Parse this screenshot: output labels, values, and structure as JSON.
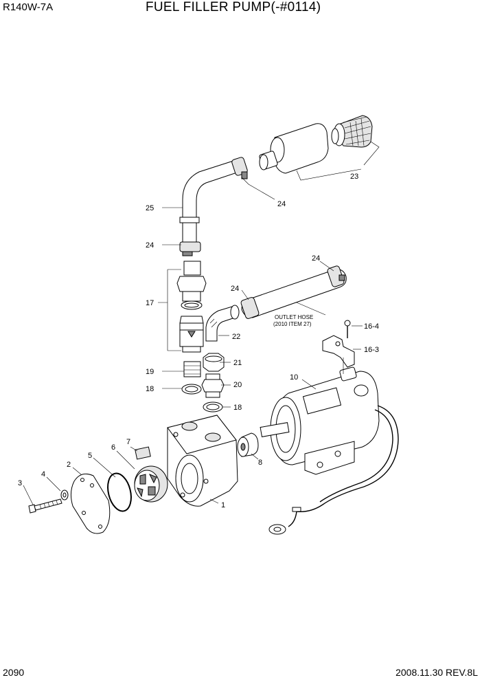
{
  "header": {
    "model": "R140W-7A",
    "title": "FUEL FILLER PUMP(-#0114)"
  },
  "footer": {
    "page": "2090",
    "revision": "2008.11.30  REV.8L"
  },
  "callouts": {
    "c1": "1",
    "c2": "2",
    "c3": "3",
    "c4": "4",
    "c5": "5",
    "c6": "6",
    "c7": "7",
    "c8": "8",
    "c10": "10",
    "c16_3": "16-3",
    "c16_4": "16-4",
    "c17": "17",
    "c18a": "18",
    "c18b": "18",
    "c19": "19",
    "c20": "20",
    "c21": "21",
    "c22": "22",
    "c23": "23",
    "c24a": "24",
    "c24b": "24",
    "c24c": "24",
    "c24d": "24",
    "c25": "25"
  },
  "notes": {
    "outlet_line1": "OUTLET HOSE",
    "outlet_line2": "(2010 ITEM 27)"
  }
}
